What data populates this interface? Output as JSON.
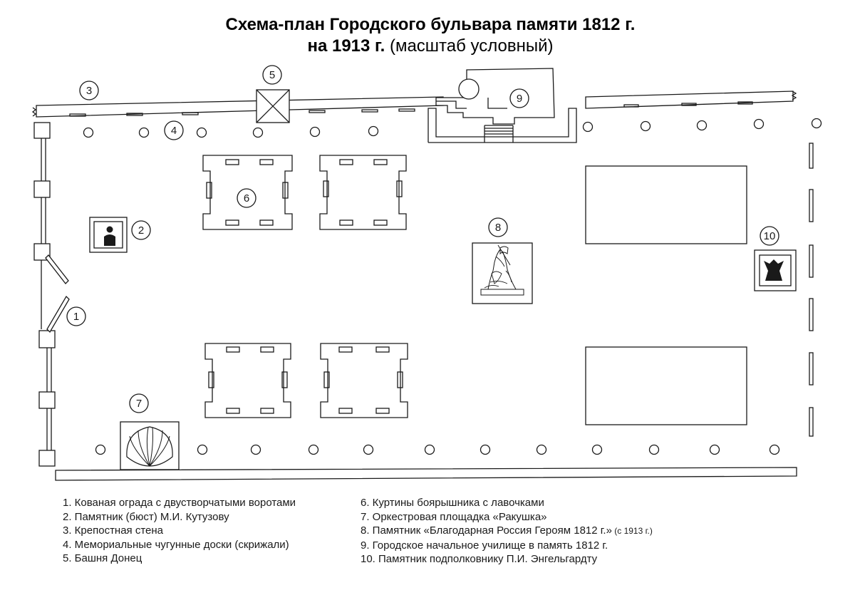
{
  "title": {
    "line1": "Схема-план Городского бульвара памяти 1812 г.",
    "line2_bold": "на 1913 г.",
    "line2_normal": " (масштаб условный)"
  },
  "markers": {
    "m1": "1",
    "m2": "2",
    "m3": "3",
    "m4": "4",
    "m5": "5",
    "m6": "6",
    "m7": "7",
    "m8": "8",
    "m9": "9",
    "m10": "10"
  },
  "legend_left": [
    "1. Кованая ограда с двустворчатыми воротами",
    "2. Памятник (бюст) М.И. Кутузову",
    "3. Крепостная стена",
    "4. Мемориальные чугунные доски (скрижали)",
    "5. Башня Донец"
  ],
  "legend_right": [
    "6. Куртины боярышника с лавочками",
    "7. Оркестровая площадка «Ракушка»",
    "8. Памятник «Благодарная Россия Героям 1812 г.»",
    "9. Городское начальное училище в память 1812 г.",
    "10. Памятник подполковнику П.И. Энгельгардту"
  ],
  "legend_right_note": " (с 1913 г.)",
  "colors": {
    "stroke": "#1a1a1a",
    "fill": "#ffffff"
  }
}
